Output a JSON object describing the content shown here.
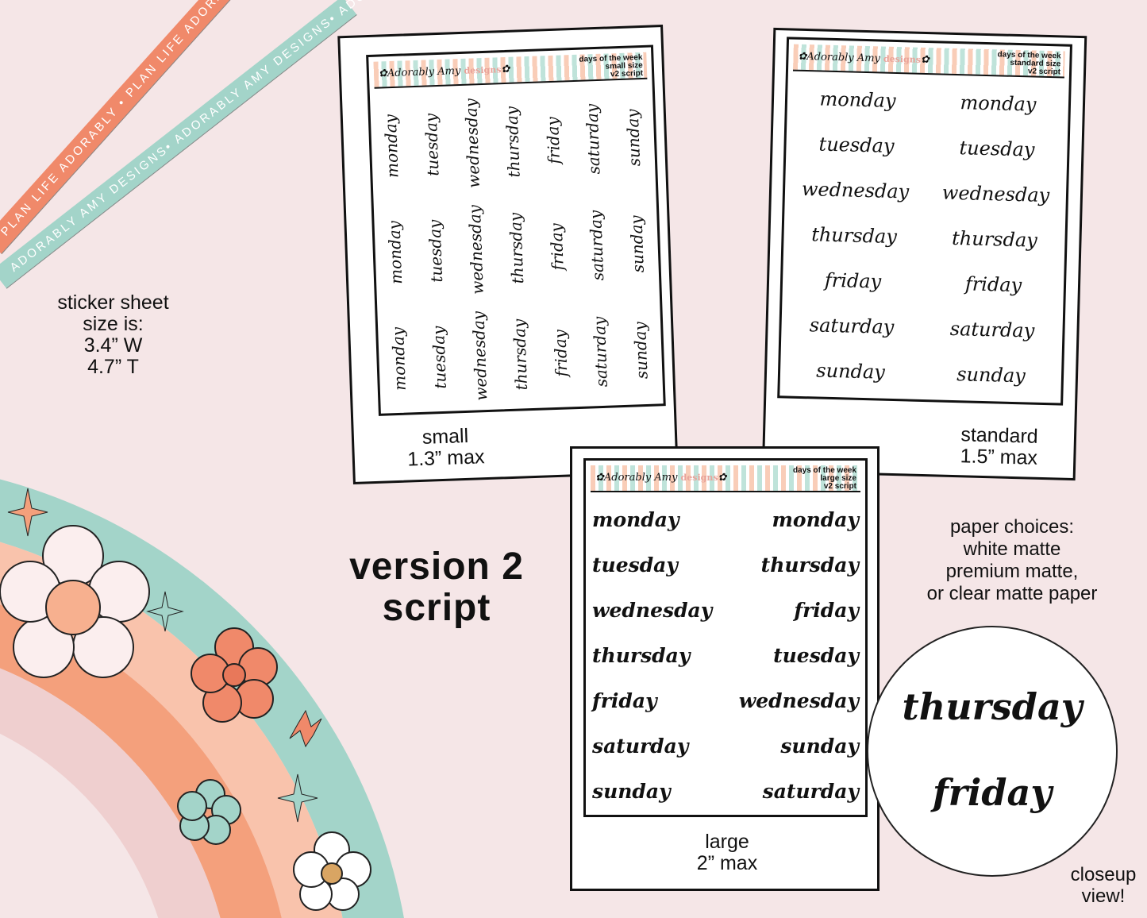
{
  "ribbons": {
    "orange": "PLAN LIFE ADORABLY • PLAN LIFE ADORABLY • PLAN LIFE AD",
    "teal": "ADORABLY AMY DESIGNS• ADORABLY AMY DESIGNS• ADORABLY AMY DESIGNS •"
  },
  "colors": {
    "background": "#f5e6e7",
    "orange": "#f0896a",
    "teal": "#a3d4c9",
    "peach": "#f9c3ac",
    "pink": "#efcfcf"
  },
  "size_note": [
    "sticker sheet",
    "size is:",
    "3.4” W",
    "4.7” T"
  ],
  "brand": {
    "name": "Adorably Amy",
    "suffix": "designs"
  },
  "sheets": {
    "small": {
      "info": [
        "days of the week",
        "small size",
        "v2 script"
      ],
      "words": [
        "monday",
        "tuesday",
        "wednesday",
        "thursday",
        "friday",
        "saturday",
        "sunday",
        "monday",
        "tuesday",
        "wednesday",
        "thursday",
        "friday",
        "saturday",
        "sunday",
        "monday",
        "tuesday",
        "wednesday",
        "thursday",
        "friday",
        "saturday",
        "sunday"
      ],
      "caption": [
        "small",
        "1.3” max"
      ]
    },
    "standard": {
      "info": [
        "days of the week",
        "standard size",
        "v2 script"
      ],
      "words": [
        "monday",
        "monday",
        "tuesday",
        "tuesday",
        "wednesday",
        "wednesday",
        "thursday",
        "thursday",
        "friday",
        "friday",
        "saturday",
        "saturday",
        "sunday",
        "sunday"
      ],
      "caption": [
        "standard",
        "1.5” max"
      ]
    },
    "large": {
      "info": [
        "days of the week",
        "large size",
        "v2 script"
      ],
      "words": [
        "monday",
        "monday",
        "tuesday",
        "thursday",
        "wednesday",
        "friday",
        "thursday",
        "tuesday",
        "friday",
        "wednesday",
        "saturday",
        "sunday",
        "sunday",
        "saturday"
      ],
      "caption": [
        "large",
        "2” max"
      ]
    }
  },
  "version": [
    "version 2",
    "script"
  ],
  "paper_choices": [
    "paper choices:",
    "white matte",
    "premium matte,",
    "or clear matte paper"
  ],
  "closeup": {
    "words": [
      "thursday",
      "friday"
    ],
    "caption": [
      "closeup",
      "view!"
    ]
  }
}
